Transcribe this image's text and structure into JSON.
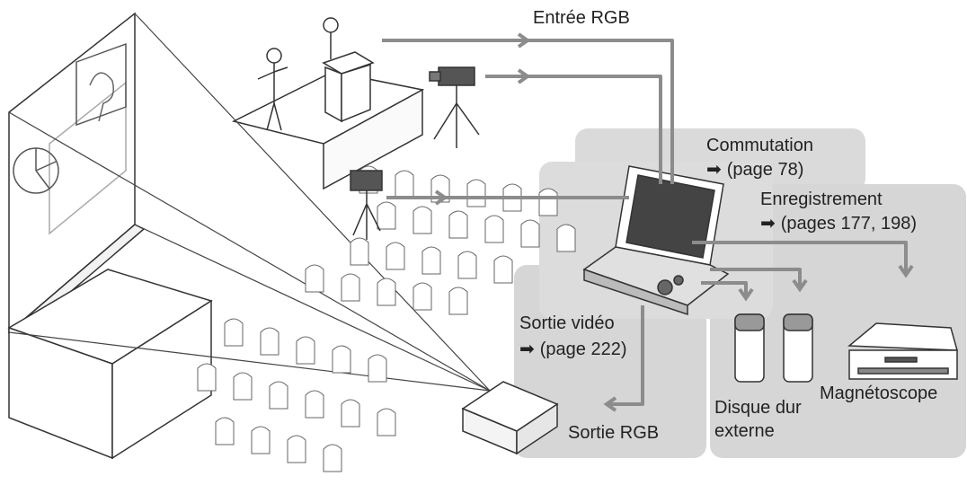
{
  "labels": {
    "rgb_input": "Entrée RGB",
    "switching": "Commutation",
    "switching_ref": "(page 78)",
    "recording": "Enregistrement",
    "recording_ref": "(pages 177, 198)",
    "video_out": "Sortie vidéo",
    "video_out_ref": "(page 222)",
    "rgb_out": "Sortie RGB",
    "disk_line1": "Disque dur",
    "disk_line2": "externe",
    "vcr": "Magnétoscope"
  },
  "colors": {
    "panel": "#d9d9d9",
    "connector": "#8c8c8c",
    "line": "#4a4a4a"
  },
  "icons": {
    "ref_arrow": "right-arrow-icon"
  }
}
